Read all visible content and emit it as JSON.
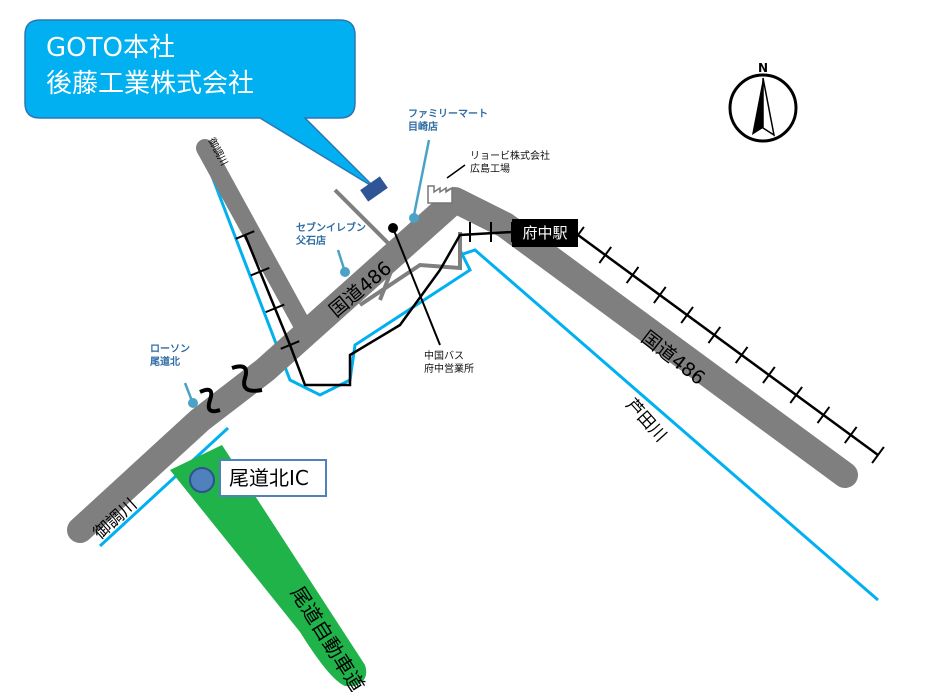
{
  "callout": {
    "line1": "GOTO本社",
    "line2": "後藤工業株式会社"
  },
  "roads": {
    "route486_a": "国道486",
    "route486_b": "国道486",
    "expressway": "尾道自動車道"
  },
  "rivers": {
    "ashida": "芦田川",
    "mitsugi": "御調川",
    "small": "御調川"
  },
  "places": {
    "famima": {
      "line1": "ファミリーマート",
      "line2": "目崎店"
    },
    "ryobi": {
      "line1": "リョービ株式会社",
      "line2": "広島工場"
    },
    "seven": {
      "line1": "セブンイレブン",
      "line2": "父石店"
    },
    "lawson": {
      "line1": "ローソン",
      "line2": "尾道北"
    },
    "bus": {
      "line1": "中国バス",
      "line2": "府中営業所"
    }
  },
  "station": "府中駅",
  "interchange": "尾道北IC",
  "compass": "N",
  "colors": {
    "callout": "#00b0f0",
    "road": "#7f7f7f",
    "river": "#00b0f0",
    "expressway": "#1fb34a",
    "marker": "#4aa3c6"
  }
}
